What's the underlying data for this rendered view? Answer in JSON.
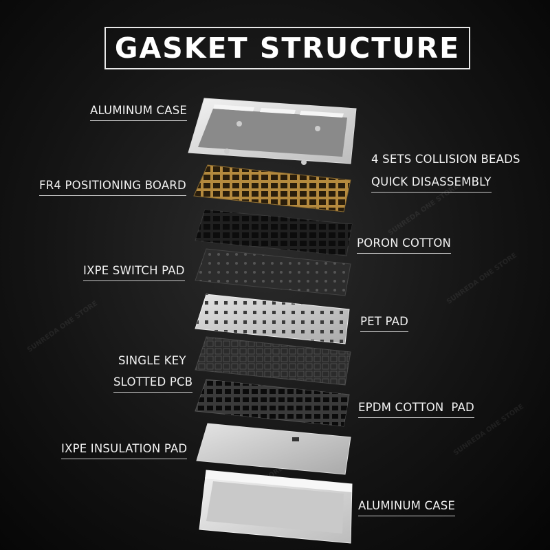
{
  "title": "GASKET STRUCTURE",
  "watermark": "SUNREDA ONE STORE",
  "labels": {
    "aluminum_case_top": "ALUMINUM CASE",
    "collision_beads": "4 SETS COLLISION BEADS",
    "quick_disassembly": "QUICK DISASSEMBLY",
    "fr4_board": "FR4 POSITIONING BOARD",
    "poron_cotton": "PORON COTTON",
    "ixpe_switch_pad": "IXPE SWITCH PAD",
    "pet_pad": "PET PAD",
    "single_key": "SINGLE KEY",
    "slotted_pcb": "SLOTTED PCB",
    "epdm_cotton_pad": "EPDM COTTON  PAD",
    "ixpe_insulation_pad": "IXPE INSULATION PAD",
    "aluminum_case_bottom": "ALUMINUM CASE"
  },
  "colors": {
    "background": "#111111",
    "case": "#e6e6e6",
    "fr4": "#3a2c16",
    "fr4_grid": "#b58a3e",
    "foam_dark": "#1e1e1e",
    "pet": "#d8d8d8",
    "pcb": "#2a2a2a",
    "insulation": "#d0d0d0"
  }
}
